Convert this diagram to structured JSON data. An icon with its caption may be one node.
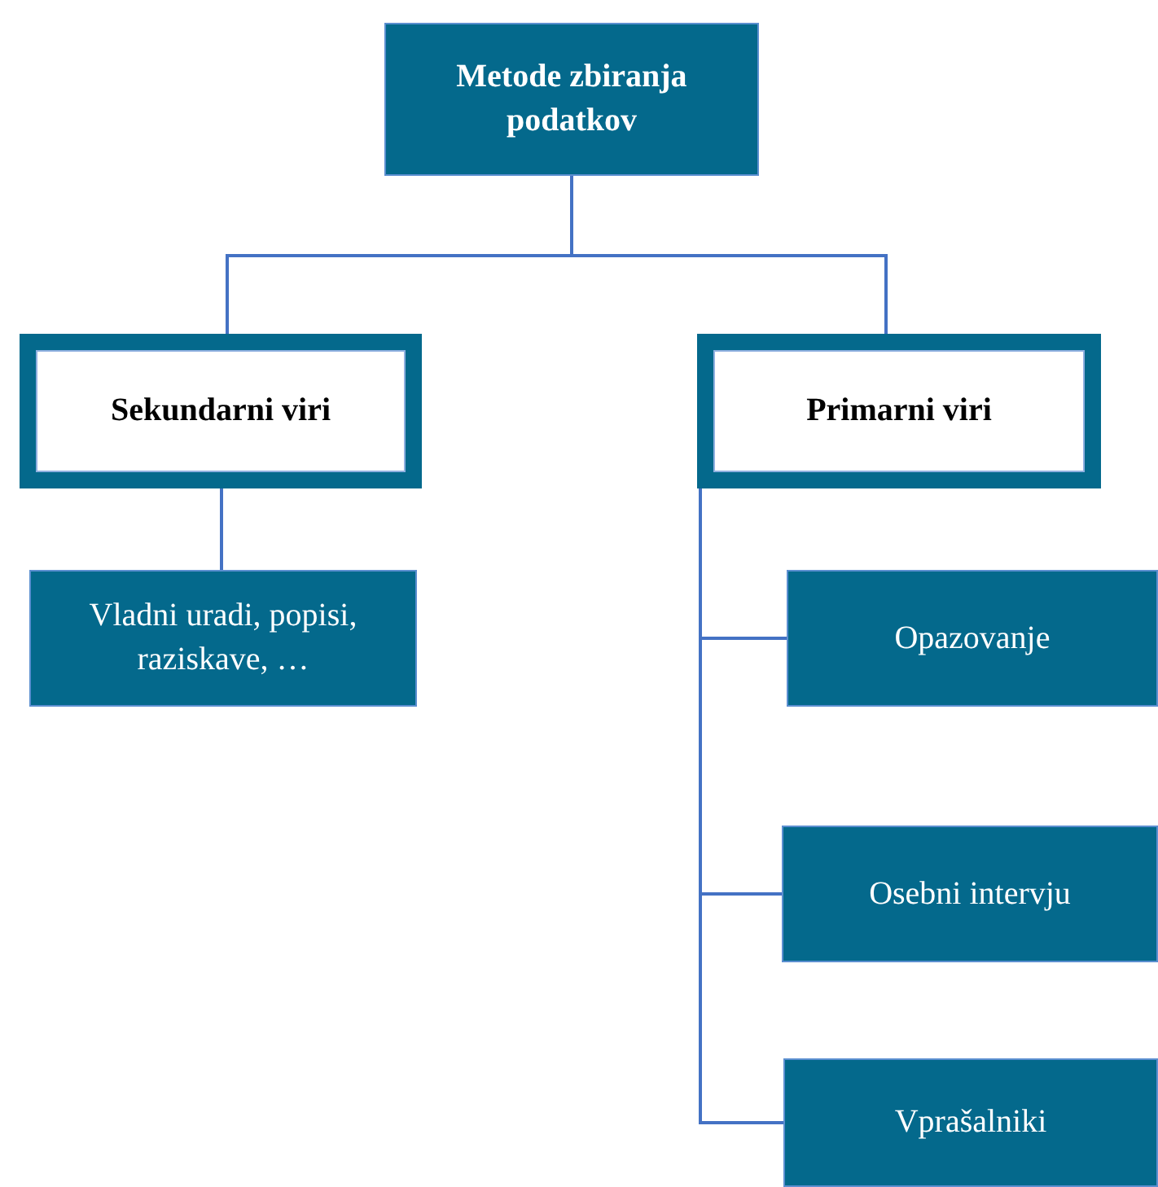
{
  "diagram": {
    "nodes": [
      {
        "text": [
          "Metode zbiranja podatkov"
        ]
      },
      {
        "text": [
          "Sekundarni viri"
        ]
      },
      {
        "text": [
          "Primarni viri"
        ]
      },
      {
        "text": [
          "Vladni uradi, popisi, raziskave, …"
        ]
      },
      {
        "text": [
          "Opazovanje"
        ]
      },
      {
        "text": [
          "Osebni intervju"
        ]
      },
      {
        "text": [
          "Vprašalniki"
        ]
      }
    ],
    "edges": [
      {
        "from": 0,
        "to": 1,
        "arrow": "none"
      },
      {
        "from": 0,
        "to": 2,
        "arrow": "none"
      },
      {
        "from": 1,
        "to": 3,
        "arrow": "none"
      },
      {
        "from": 2,
        "to": 4,
        "arrow": "none"
      },
      {
        "from": 2,
        "to": 5,
        "arrow": "none"
      },
      {
        "from": 2,
        "to": 6,
        "arrow": "none"
      }
    ]
  }
}
